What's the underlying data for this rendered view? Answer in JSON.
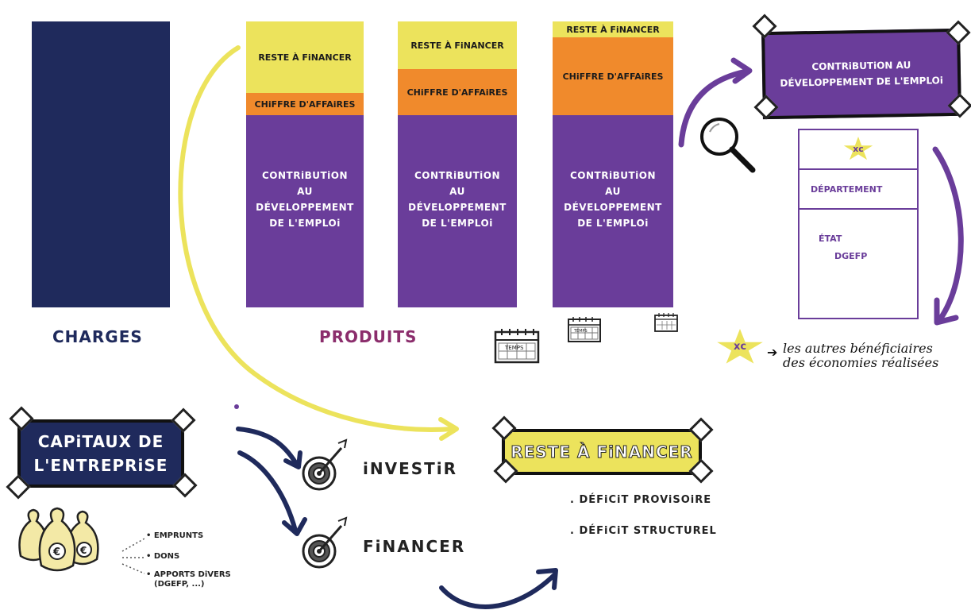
{
  "columns": {
    "charges_label": "CHARGES",
    "produits_label": "PRODUITS",
    "reste": "RESTE À FiNANCER",
    "chiffre": "CHiFFRE D'AFFAiRES",
    "contribution_lines": [
      "CONTRiBUTiON",
      "AU",
      "DÉVELOPPEMENT",
      "DE L'EMPLOi"
    ],
    "calendar_label": "TEMPS"
  },
  "cde_banner": {
    "line1": "CONTRiBUTiON AU",
    "line2": "DÉVELOPPEMENT DE L'EMPLOi"
  },
  "cde_box": {
    "logo": "xc",
    "departement": "DÉPARTEMENT",
    "etat": "ÉTAT",
    "dgefp": "DGEFP"
  },
  "beneficiaires": {
    "logo": "xc",
    "line1": "les autres bénéficiaires",
    "line2": "des économies réalisées"
  },
  "capitaux": {
    "line1": "CAPiTAUX DE",
    "line2": "L'ENTREPRiSE",
    "currency": "€",
    "items": [
      "• EMPRUNTS",
      "• DONS",
      "• APPORTS DiVERS",
      "(DGEFP, ...)"
    ]
  },
  "actions": {
    "investir": "iNVESTiR",
    "financer": "FiNANCER"
  },
  "reste_banner": {
    "title": "RESTE À FiNANCER",
    "items": [
      ". DÉFiCiT PROViSOiRE",
      ". DÉFiCiT STRUCTUREL"
    ]
  },
  "colors": {
    "navy": "#1f2a5c",
    "purple": "#6a3d9a",
    "yellow": "#ece35c",
    "orange": "#f08a2c"
  }
}
